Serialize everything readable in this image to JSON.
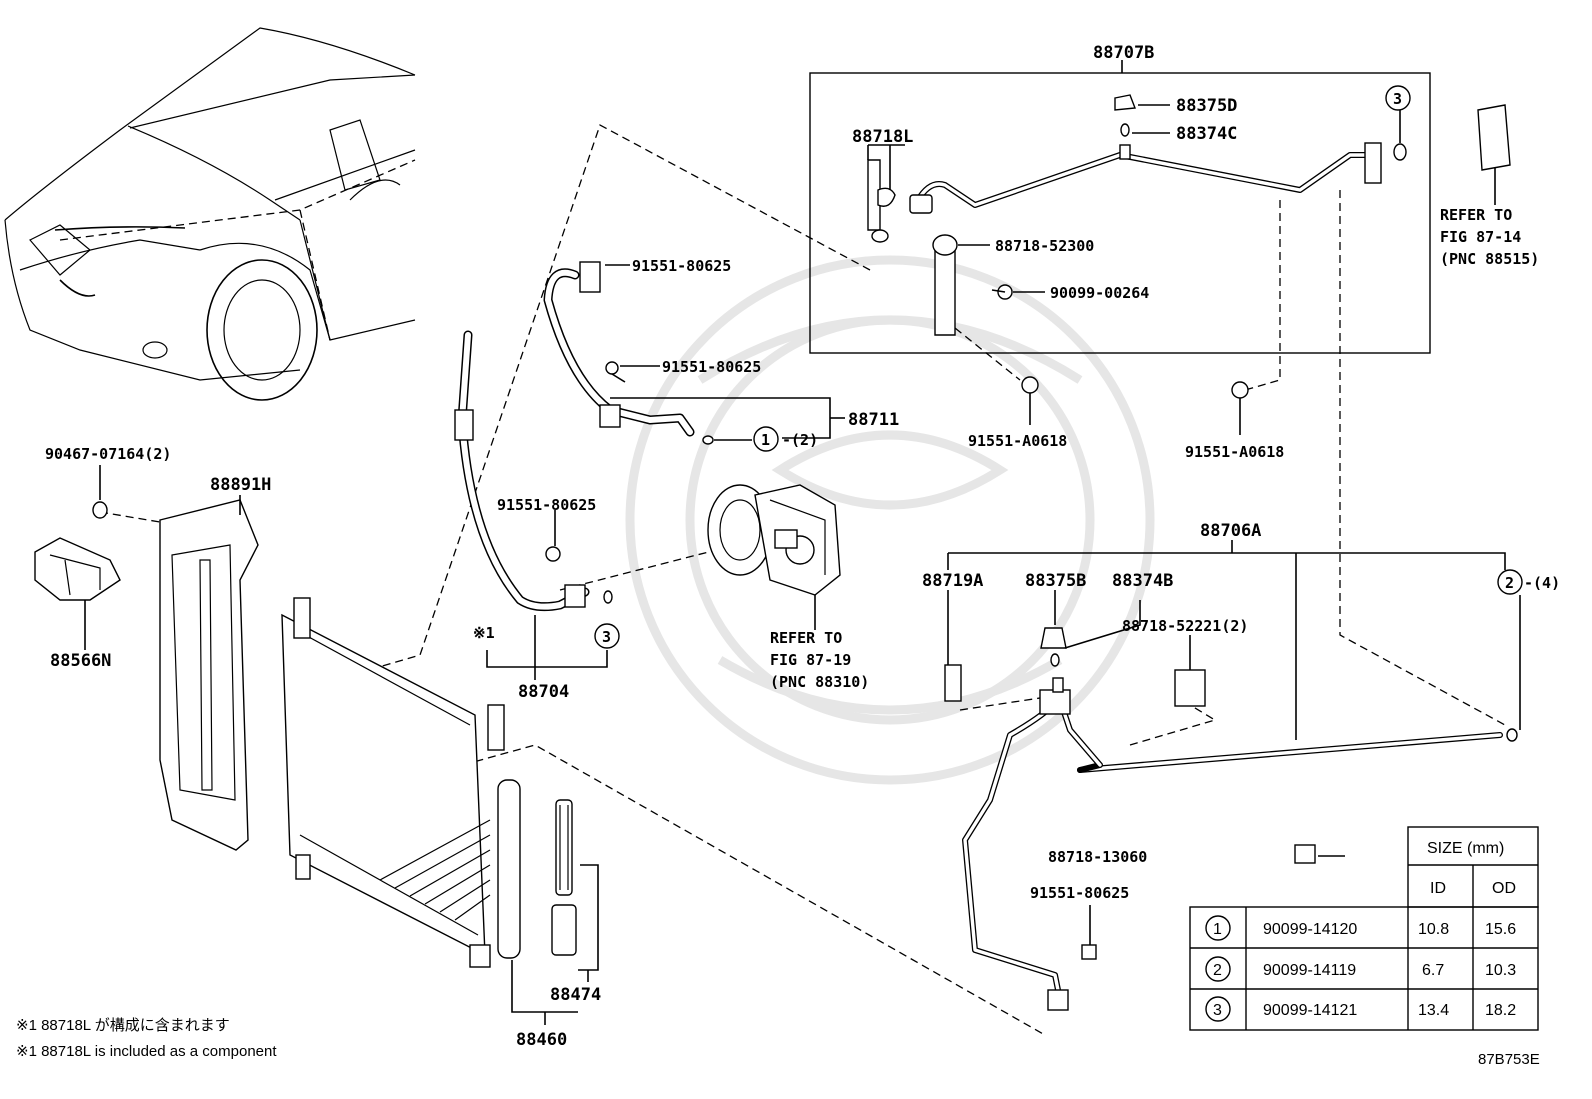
{
  "labels": {
    "p88707B": "88707B",
    "p88375D": "88375D",
    "p88374C": "88374C",
    "p88718L": "88718L",
    "p88718_52300": "88718-52300",
    "p90099_00264": "90099-00264",
    "circ3_top": "3",
    "refer_87_14_a": "REFER TO",
    "refer_87_14_b": "FIG 87-14",
    "refer_87_14_c": "(PNC 88515)",
    "p91551_80625_a": "91551-80625",
    "p91551_80625_b": "91551-80625",
    "p88711": "88711",
    "circ1_mid": "1",
    "qty_2": "-(2)",
    "p91551_A0618_a": "91551-A0618",
    "p91551_A0618_b": "91551-A0618",
    "p90467_07164": "90467-07164(2)",
    "p88891H": "88891H",
    "p88566N": "88566N",
    "p91551_80625_c": "91551-80625",
    "mark_1": "※1",
    "circ3_mid": "3",
    "p88704": "88704",
    "refer_87_19_a": "REFER TO",
    "refer_87_19_b": "FIG 87-19",
    "refer_87_19_c": "(PNC 88310)",
    "p88706A": "88706A",
    "p88719A": "88719A",
    "p88375B": "88375B",
    "p88374B": "88374B",
    "p88718_52221": "88718-52221(2)",
    "circ2_right": "2",
    "qty_4": "-(4)",
    "p88718_13060": "88718-13060",
    "p91551_80625_d": "91551-80625",
    "p88474": "88474",
    "p88460": "88460",
    "note_jp": "※1 88718L が構成に含まれます",
    "note_en": "※1 88718L is included as a component",
    "fig_code": "87B753E"
  },
  "size_table": {
    "header": "SIZE (mm)",
    "col_id": "ID",
    "col_od": "OD",
    "rows": [
      {
        "mark": "1",
        "part": "90099-14120",
        "id": "10.8",
        "od": "15.6"
      },
      {
        "mark": "2",
        "part": "90099-14119",
        "id": "6.7",
        "od": "10.3"
      },
      {
        "mark": "3",
        "part": "90099-14121",
        "id": "13.4",
        "od": "18.2"
      }
    ]
  }
}
